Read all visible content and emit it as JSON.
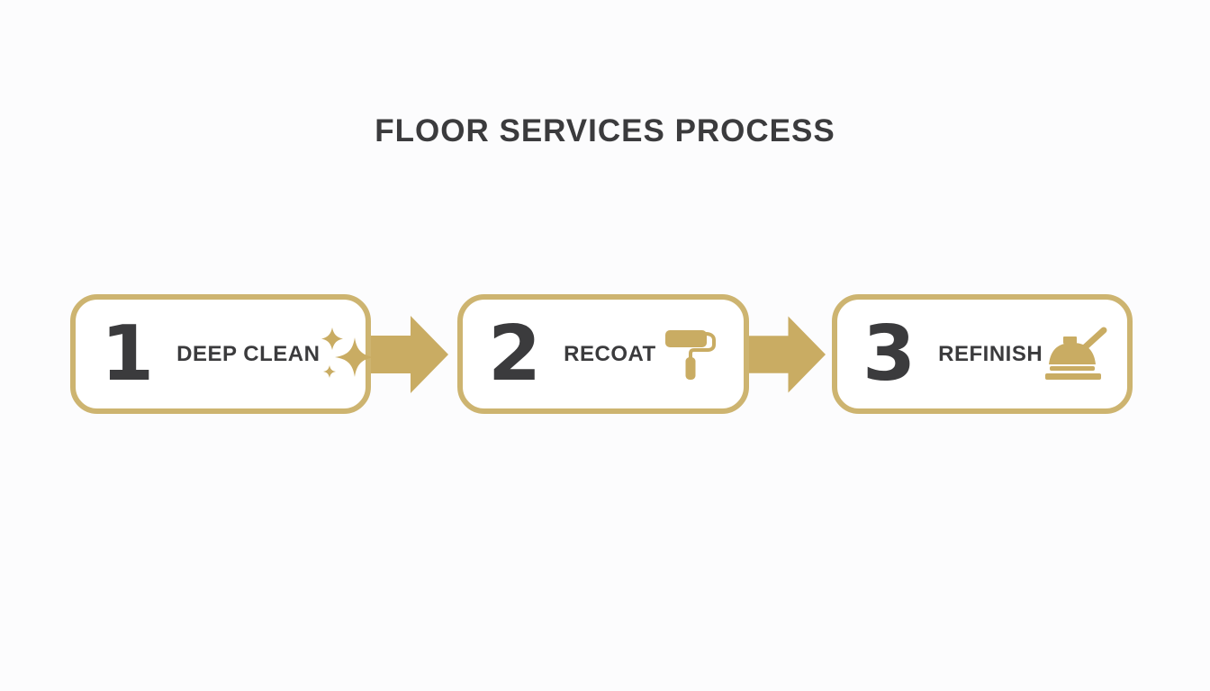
{
  "page": {
    "background": "#FCFCFD"
  },
  "title": {
    "text": "FLOOR SERVICES PROCESS",
    "color": "#3B3B3D"
  },
  "colors": {
    "gold_accent": "#C9AC63",
    "box_border_gold": "#CDB470",
    "dark_text": "#3B3B3D"
  },
  "steps": [
    {
      "number": "1",
      "label": "DEEP CLEAN",
      "icon": "sparkles-icon"
    },
    {
      "number": "2",
      "label": "RECOAT",
      "icon": "paint-roller-icon"
    },
    {
      "number": "3",
      "label": "REFINISH",
      "icon": "floor-buffer-icon"
    }
  ],
  "connectors": [
    {
      "icon": "arrow-right-icon"
    },
    {
      "icon": "arrow-right-icon"
    }
  ]
}
